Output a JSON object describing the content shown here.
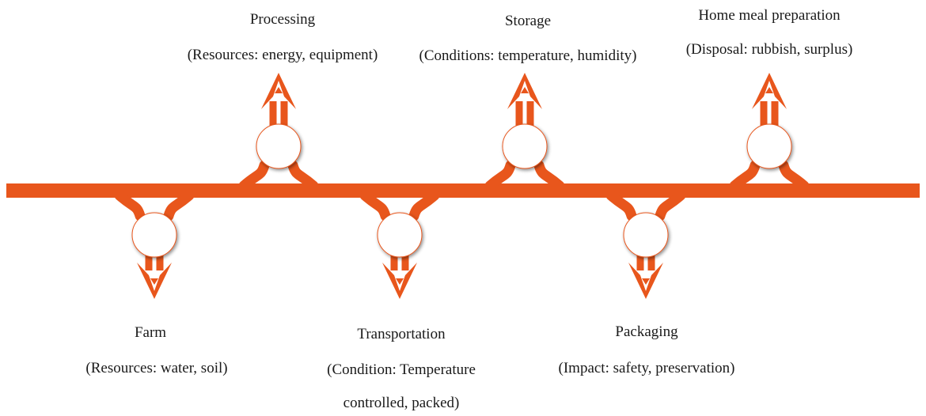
{
  "diagram": {
    "accent_color": "#e8561c",
    "node_fill": "#ffffff",
    "stages": [
      {
        "title": "Farm",
        "detail_lines": [
          "(Resources: water, soil)"
        ],
        "side": "below"
      },
      {
        "title": "Processing",
        "detail_lines": [
          "(Resources: energy, equipment)"
        ],
        "side": "above"
      },
      {
        "title": "Transportation",
        "detail_lines": [
          "(Condition: Temperature",
          "controlled, packed)"
        ],
        "side": "below"
      },
      {
        "title": "Storage",
        "detail_lines": [
          "(Conditions: temperature, humidity)"
        ],
        "side": "above"
      },
      {
        "title": "Packaging",
        "detail_lines": [
          "(Impact: safety, preservation)"
        ],
        "side": "below"
      },
      {
        "title": "Home meal preparation",
        "detail_lines": [
          "(Disposal: rubbish, surplus)"
        ],
        "side": "above"
      }
    ]
  }
}
